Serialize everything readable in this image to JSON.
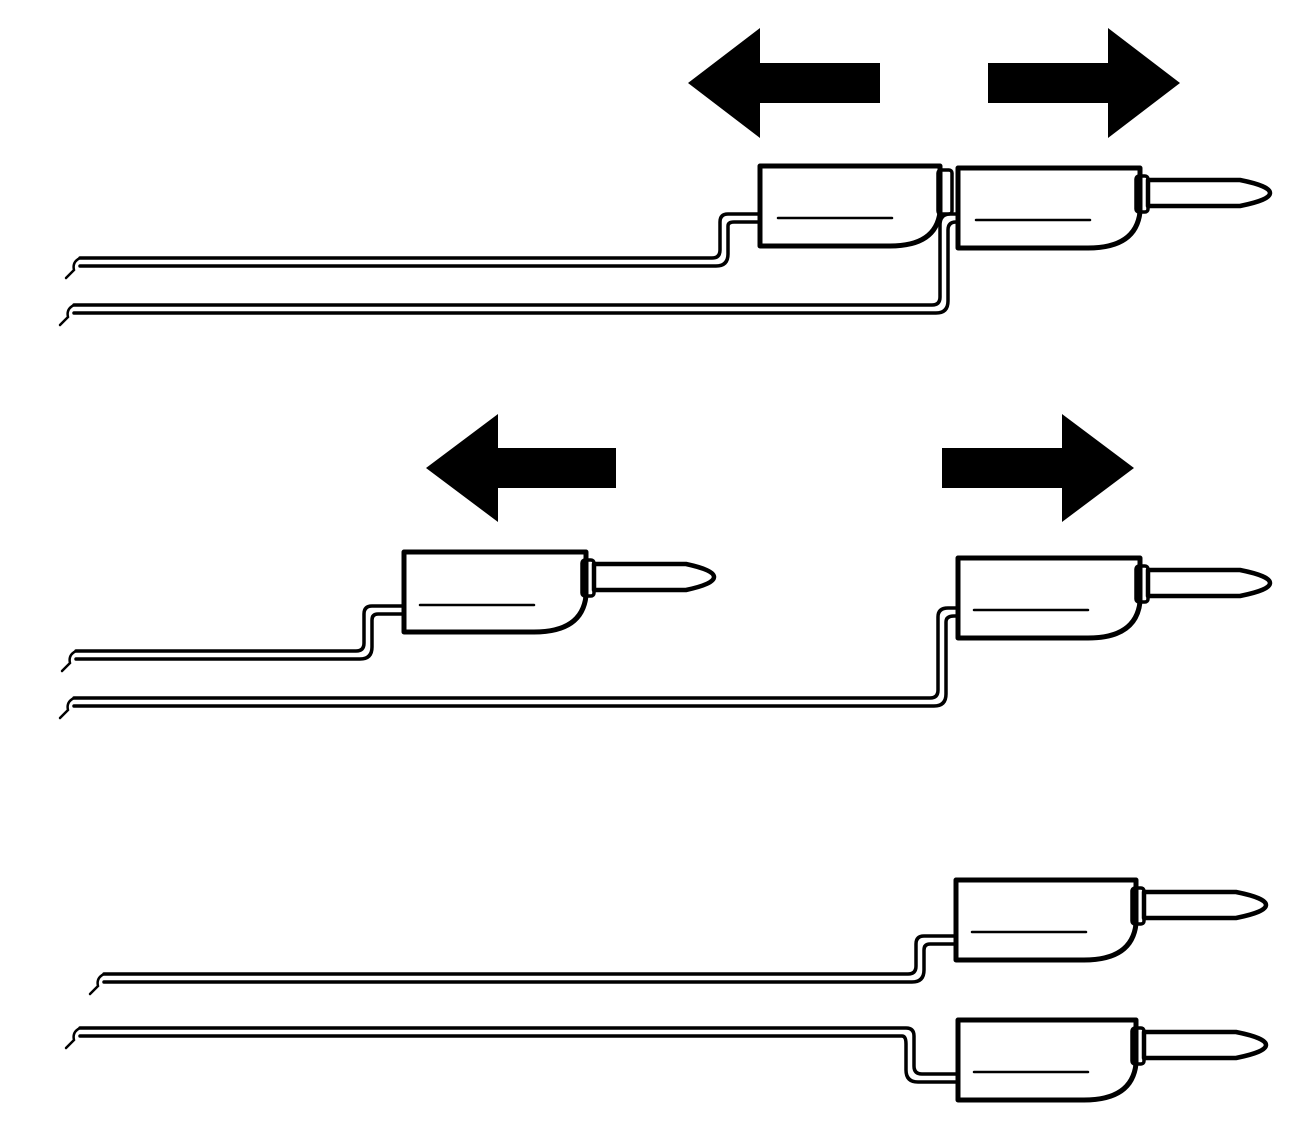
{
  "diagram": {
    "description_visible_text": "",
    "stages": [
      {
        "name": "stage-1-plugs-joined",
        "arrows": [
          "left",
          "right"
        ]
      },
      {
        "name": "stage-2-plugs-separated",
        "arrows": [
          "left",
          "right"
        ]
      },
      {
        "name": "stage-3-plugs-stacked",
        "arrows": []
      }
    ],
    "colors": {
      "ink": "#000000",
      "paper": "#ffffff"
    }
  }
}
